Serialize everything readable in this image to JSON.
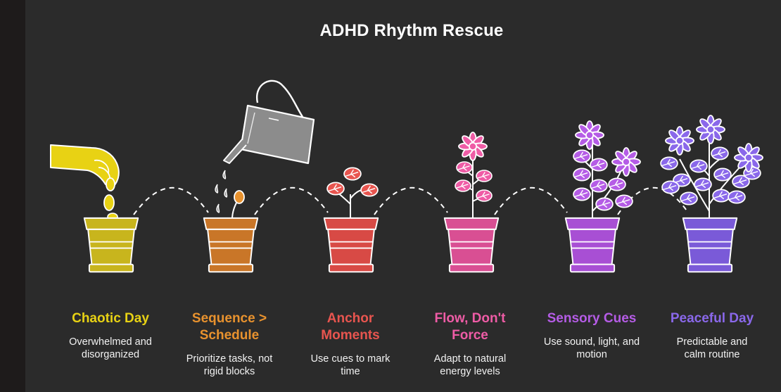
{
  "title": "ADHD Rhythm Rescue",
  "colors": {
    "background": "#2b2b2b",
    "chaotic": "#e8d214",
    "sequence": "#e8922e",
    "anchor": "#e8554f",
    "flow": "#ef5ca6",
    "sensory": "#b55ce6",
    "peaceful": "#8a68ea"
  },
  "steps": [
    {
      "label": "Chaotic Day",
      "description": "Overwhelmed and disorganized",
      "color": "#e8d214",
      "icon": "seed-hand-icon"
    },
    {
      "label": "Sequence > Schedule",
      "description": "Prioritize tasks, not rigid blocks",
      "color": "#e8922e",
      "icon": "sprout-watering-icon"
    },
    {
      "label": "Anchor Moments",
      "description": "Use cues to mark time",
      "color": "#e8554f",
      "icon": "seedling-icon"
    },
    {
      "label": "Flow, Don't Force",
      "description": "Adapt to natural energy levels",
      "color": "#ef5ca6",
      "icon": "budding-flower-icon"
    },
    {
      "label": "Sensory Cues",
      "description": "Use sound, light, and motion",
      "color": "#b55ce6",
      "icon": "flowering-plant-icon"
    },
    {
      "label": "Peaceful Day",
      "description": "Predictable and calm routine",
      "color": "#8a68ea",
      "icon": "full-bloom-icon"
    }
  ]
}
